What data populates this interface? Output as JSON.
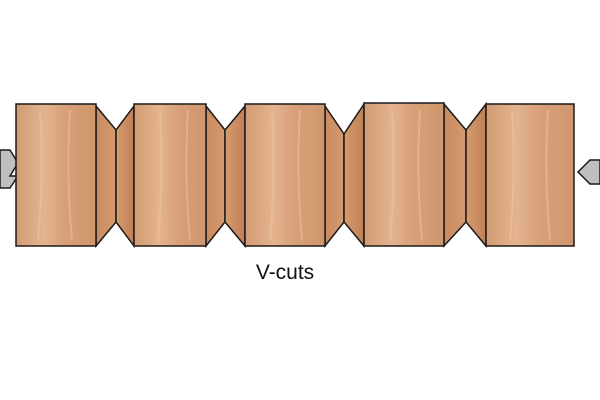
{
  "caption": "V-cuts",
  "colors": {
    "wood_face": "#d9a27a",
    "wood_face_light": "#e6b894",
    "wood_face_dark": "#c98a5f",
    "wood_bevel": "#cf9066",
    "wood_bevel_dark": "#bd7d52",
    "outline": "#1a1a1a",
    "clamp": "#bfbfbf",
    "background": "#ffffff"
  },
  "parts": {
    "block_count": 5,
    "v_cut_count": 4
  },
  "icons": {
    "left_clamp": "clamp-jaw-icon",
    "right_clamp": "clamp-jaw-icon"
  }
}
